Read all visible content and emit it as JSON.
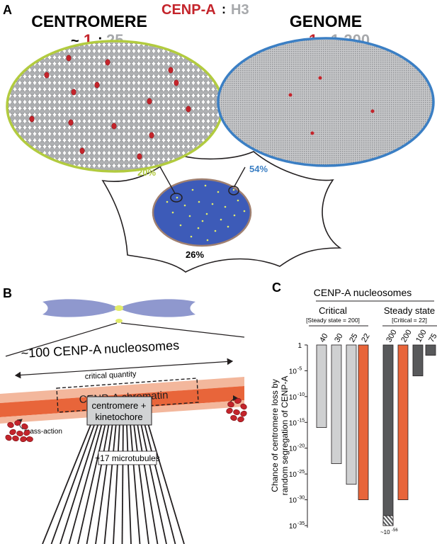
{
  "panels": {
    "a": "A",
    "b": "B",
    "c": "C"
  },
  "panel_a": {
    "centromere": {
      "title": "CENTROMERE",
      "ratio_tilde": "~",
      "ratio_cenpa": "1",
      "ratio_sep": ":",
      "ratio_h3": "25",
      "percent": "20%"
    },
    "legend": {
      "cenpa": "CENP-A",
      "sep": ":",
      "h3": "H3"
    },
    "genome": {
      "title": "GENOME",
      "ratio_tilde": "~",
      "ratio_cenpa": "1",
      "ratio_sep": ":",
      "ratio_h3": "1 200",
      "percent": "54%"
    },
    "cell": {
      "percent": "26%"
    }
  },
  "panel_b": {
    "nucleosome_count": "~100 CENP-A nucleosomes",
    "critical_quantity": "critical quantity",
    "chromatin": "CENP-A chromatin",
    "kinetochore_line1": "centromere +",
    "kinetochore_line2": "kinetochore",
    "mass_action": "mass-action",
    "microtubules": "~17 microtubules"
  },
  "colors": {
    "cenpa_red": "#c4242b",
    "h3_gray": "#a7a9ac",
    "green_outline": "#b2cb3f",
    "blue_outline": "#3b7fc4",
    "nucleus_blue": "#3d5bb8",
    "chromatin_orange": "#e8653a",
    "dark_bar": "#58595b",
    "light_bar": "#cfd0d1",
    "orange_bar": "#e8653a"
  },
  "chart_data": {
    "type": "bar",
    "title": "CENP-A nucleosomes",
    "ylabel_line1": "Chance of centromere loss by",
    "ylabel_line2": "random segregation of CENP-A",
    "y_scale": "log",
    "ylim": [
      1e-35,
      1
    ],
    "y_ticks": [
      {
        "base": "1",
        "exp": ""
      },
      {
        "base": "10",
        "exp": "-5"
      },
      {
        "base": "10",
        "exp": "-10"
      },
      {
        "base": "10",
        "exp": "-15"
      },
      {
        "base": "10",
        "exp": "-20"
      },
      {
        "base": "10",
        "exp": "-25"
      },
      {
        "base": "10",
        "exp": "-30"
      },
      {
        "base": "10",
        "exp": "-35"
      }
    ],
    "groups": [
      {
        "name": "Critical",
        "subtitle": "[Steady state = 200]",
        "categories": [
          "40",
          "30",
          "25",
          "22"
        ],
        "exponents": [
          -16,
          -23,
          -27,
          -30
        ],
        "colors": [
          "#cfd0d1",
          "#cfd0d1",
          "#cfd0d1",
          "#e8653a"
        ]
      },
      {
        "name": "Steady state",
        "subtitle": "[Critical = 22]",
        "categories": [
          "300",
          "200",
          "100",
          "75"
        ],
        "exponents": [
          -56,
          -30,
          -6,
          -2
        ],
        "colors": [
          "#58595b",
          "#e8653a",
          "#58595b",
          "#58595b"
        ]
      }
    ],
    "break_label_base": "~10",
    "break_label_exp": "-56",
    "grid": false,
    "legend": "none"
  }
}
